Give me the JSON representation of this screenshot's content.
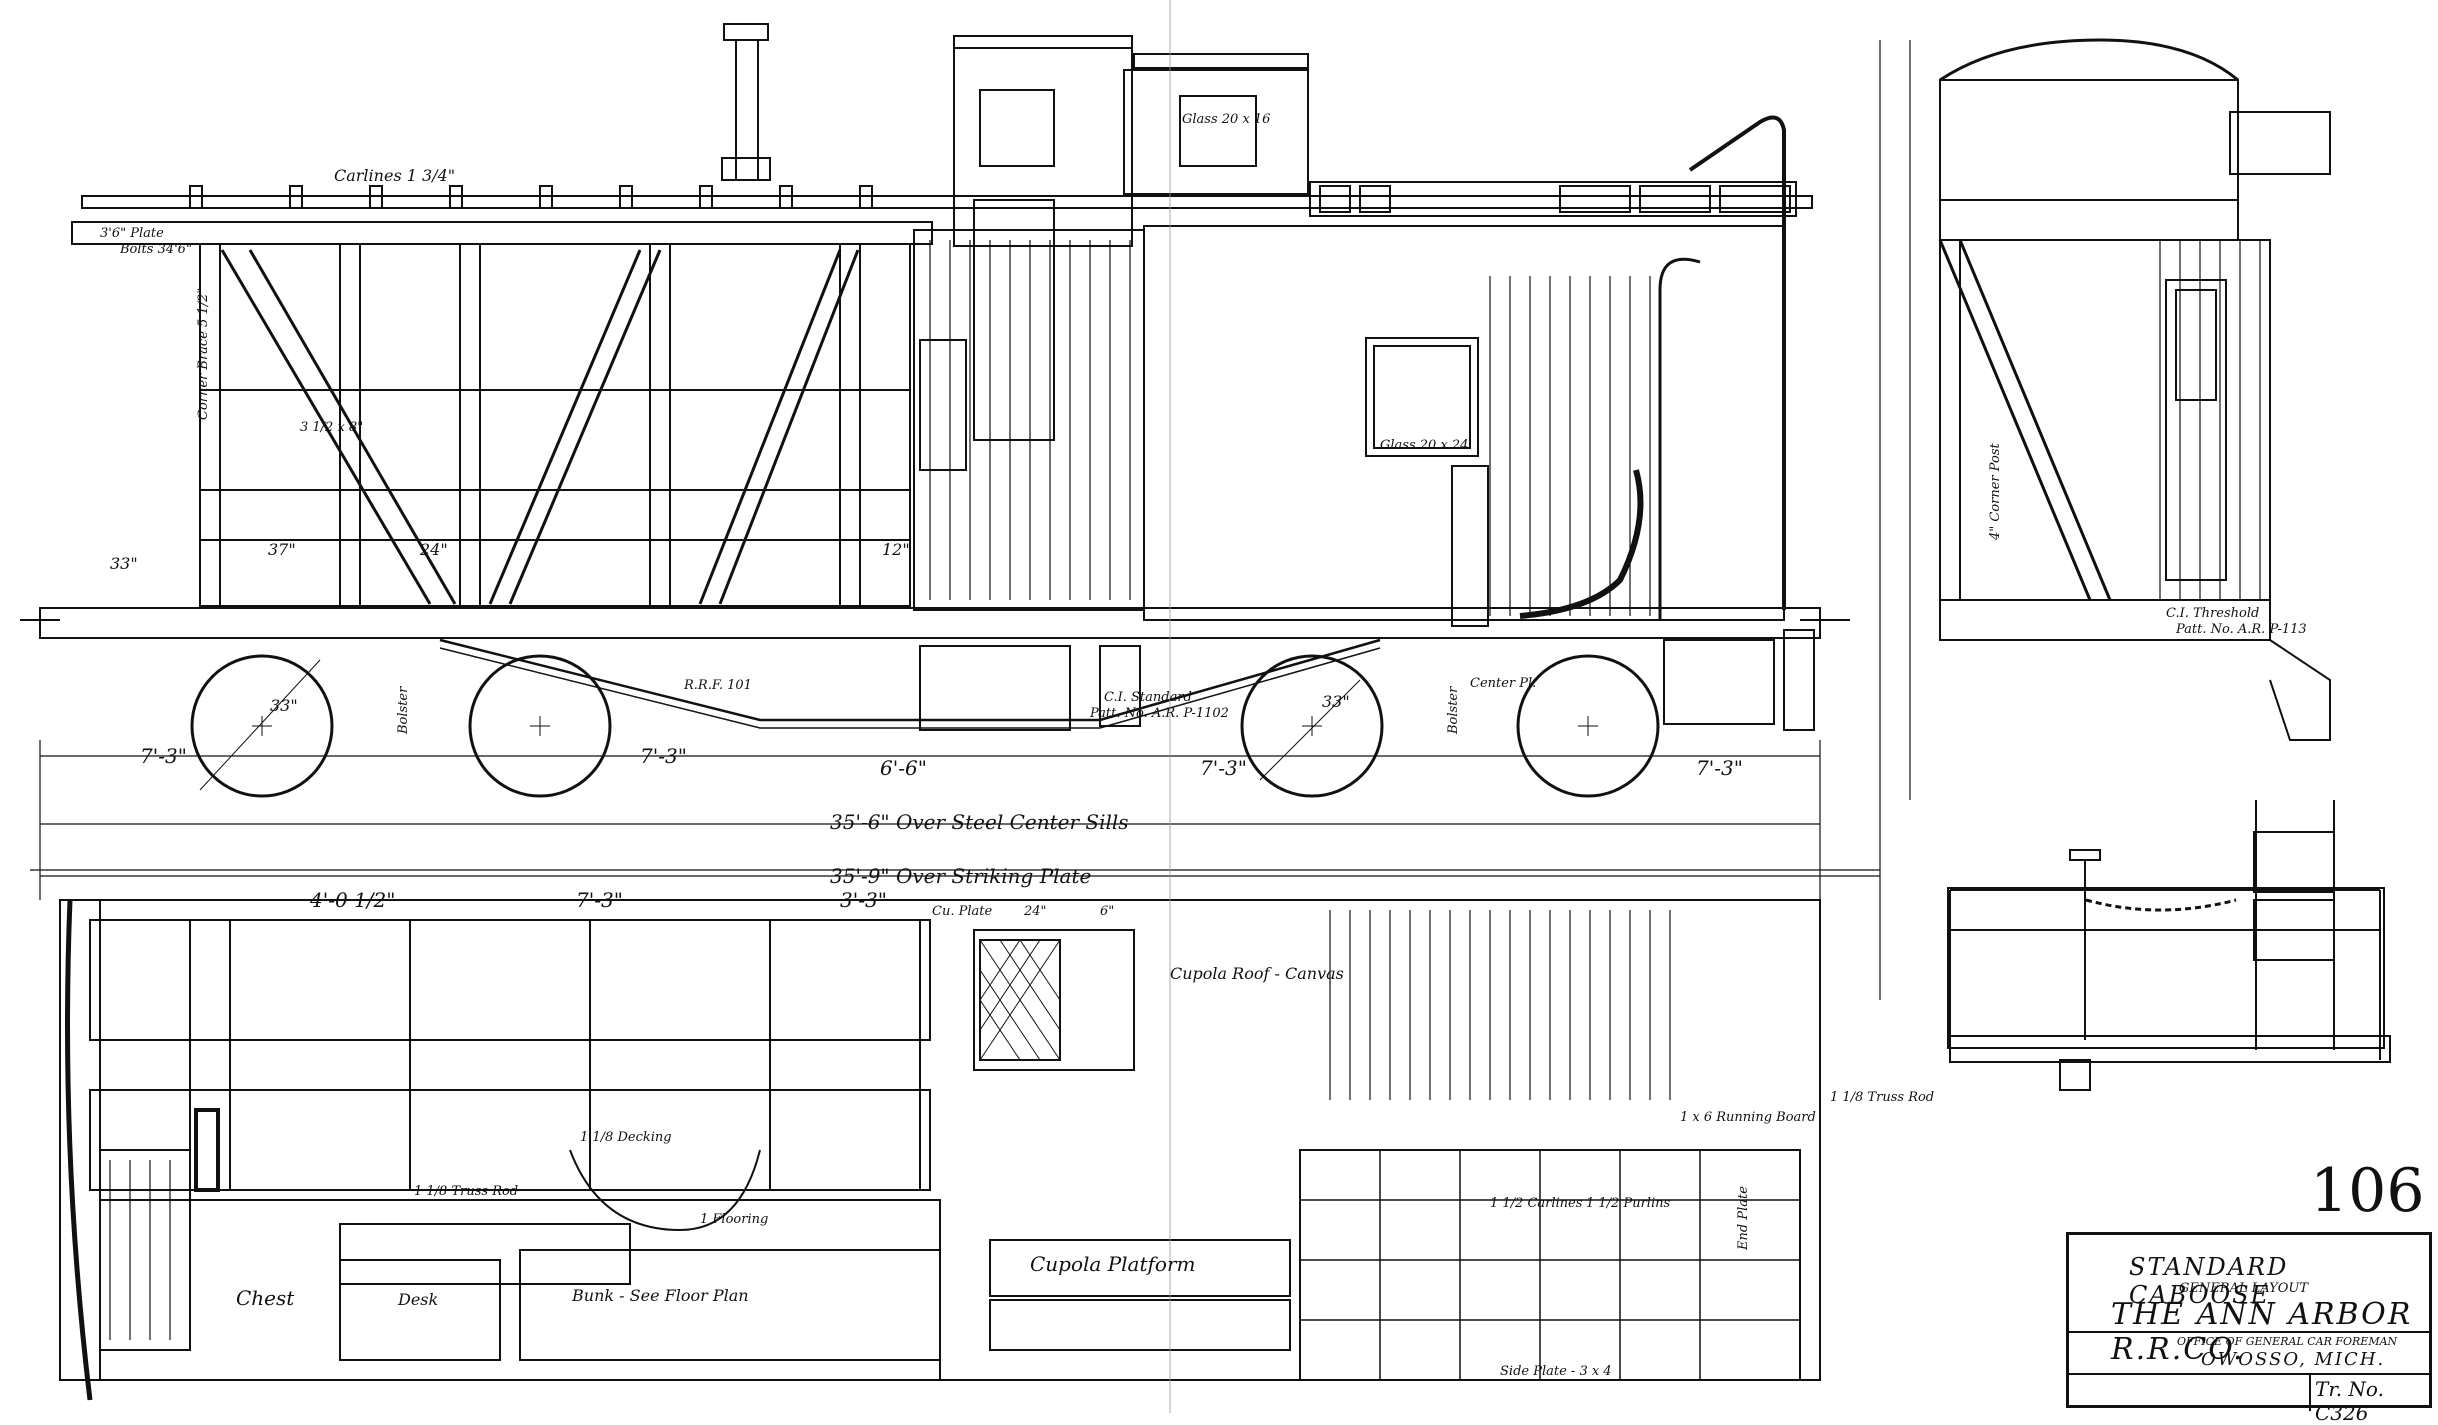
{
  "labels": {
    "carlines": "Carlines 1 3/4\"",
    "plate_top": "3'6\" Plate",
    "plate_sub": "Bolts 34'6\"",
    "corner_brace": "Corner Brace 5 1/2\"",
    "brace_a": "3 1/2 x 8\"",
    "dim_33": "33\"",
    "dim_37": "37\"",
    "dim_24": "24\"",
    "dim_12": "12\"",
    "bolster_left": "Bolster",
    "bolster_right": "Bolster",
    "center_pl": "Center Pl.",
    "rrf101": "R.R.F. 101",
    "ci_standard": "C.I. Standard",
    "ci_standard_sub": "Patt. No. A.R. P-1102",
    "glass_cupola": "Glass 20 x 16",
    "glass_window": "Glass 20 x 24",
    "wheel_33": "33\"",
    "wheel_33b": "33\"",
    "dim_73_a": "7'-3\"",
    "dim_73_b": "7'-3\"",
    "dim_73_c": "7'-3\"",
    "dim_73_d": "7'-3\"",
    "dim_66": "6'-6\"",
    "over_sills": "35'-6\" Over Steel Center Sills",
    "over_plate": "35'-9\" Over Striking Plate",
    "dim_40": "4'-0 1/2\"",
    "dim_73_plan": "7'-3\"",
    "dim_33_plan": "3'-3\"",
    "cu_plate": "Cu. Plate",
    "dim_24_plan": "24\"",
    "dim_6": "6\"",
    "cupola_roof": "Cupola Roof - Canvas",
    "chest": "Chest",
    "desk": "Desk",
    "bunk": "Bunk - See Floor Plan",
    "cupola_platform": "Cupola Platform",
    "truss_rod": "1 1/8 Truss Rod",
    "flooring": "1 Flooring",
    "decking": "1 1/8 Decking",
    "carlines_plan": "1 1/2 Carlines",
    "purlins": "1 1/2 Purlins",
    "end_plate": "End Plate",
    "side_plate": "Side Plate - 3 x 4",
    "ci_threshold": "C.I. Threshold",
    "ci_threshold_sub": "Patt. No. A.R. P-113",
    "corner_post": "4\" Corner Post",
    "truss_rod_right": "1 1/8 Truss Rod",
    "running_board": "1 x 6 Running Board",
    "sheet_number": "106"
  },
  "title_block": {
    "line1": "STANDARD CABOOSE",
    "line2": "GENERAL LAYOUT",
    "line3": "THE ANN ARBOR R.R.CO.",
    "line4": "OFFICE OF GENERAL CAR FOREMAN",
    "line5": "OWOSSO, MICH.",
    "drawing_no": "Tr. No. C326"
  }
}
